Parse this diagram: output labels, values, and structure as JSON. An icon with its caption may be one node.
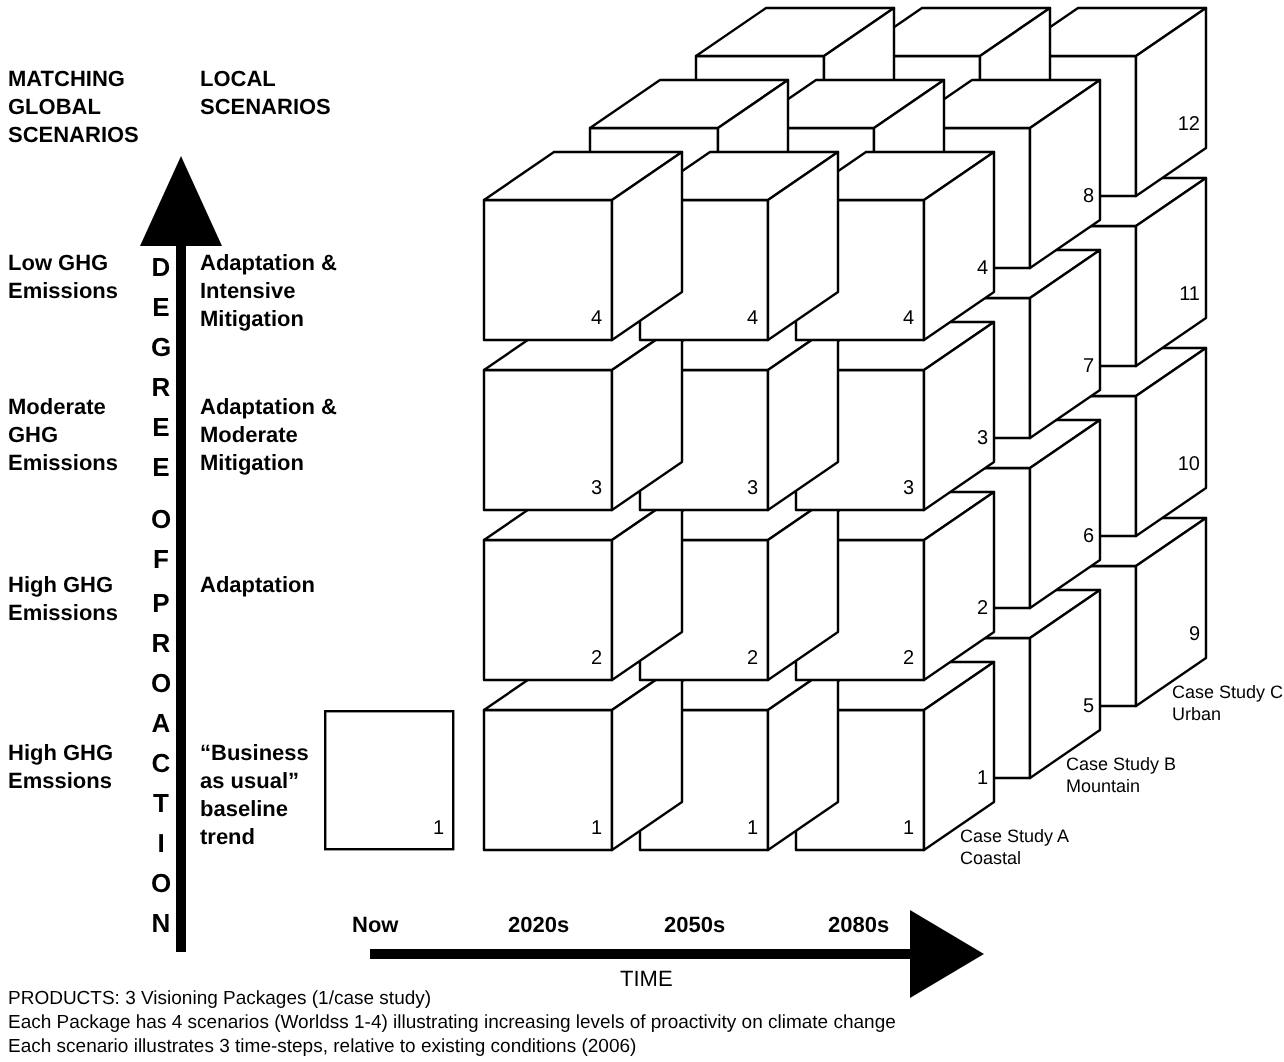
{
  "diagram": {
    "labels": [
      "MATCHING GLOBAL SCENARIOS",
      "LOCAL SCENARIOS",
      "Low GHG Emissions",
      "DEGREE",
      "Adaptation & Intensive Mitigation",
      "Moderate GHG Emissions",
      "Adaptation & Moderate Mitigation",
      "OF",
      "High GHG Emissions",
      "Adaptation",
      "PROACTION",
      "High GHG Emssions",
      "“Business as usual” baseline trend",
      "12",
      "8",
      "4",
      "4",
      "4",
      "4",
      "11",
      "7",
      "3",
      "3",
      "3",
      "3",
      "10",
      "6",
      "2",
      "2",
      "2",
      "2",
      "9",
      "5",
      "1",
      "1",
      "1",
      "1",
      "1",
      "Case Study C Urban",
      "Case Study B Mountain",
      "Case Study A Coastal",
      "Now",
      "2020s",
      "2050s",
      "2080s",
      "TIME",
      "PRODUCTS: 3 Visioning Packages  (1/case study)",
      "Each Package has 4 scenarios (Worldss 1-4) illustrating increasing levels of proactivity on climate change",
      "Each scenario illustrates 3 time-steps, relative to existing conditions (2006)"
    ]
  }
}
